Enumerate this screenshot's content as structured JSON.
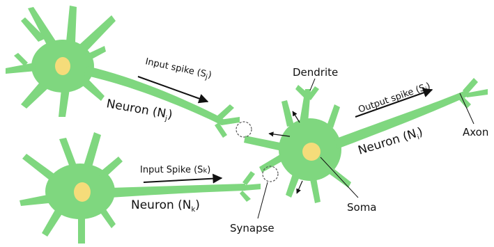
{
  "colors": {
    "neuron_body": "#7fd77f",
    "nucleus": "#f5dc7a",
    "arrow": "#111111",
    "leader_line": "#111111",
    "synapse_marker": "#555555"
  },
  "neurons": {
    "nj": {
      "name": "Neuron (N",
      "sub": "j",
      "close": ")"
    },
    "nk": {
      "name": "Neuron (N",
      "sub": "k",
      "close": ")"
    },
    "ni": {
      "name": "Neuron (N",
      "sub": "i",
      "close": ")"
    }
  },
  "spikes": {
    "input_j": {
      "text": "Input spike (S",
      "sub": "j",
      "close": ")"
    },
    "input_k": {
      "text": "Input Spike (S",
      "sub": "k",
      "close": ")"
    },
    "output_i": {
      "text": "Output spike (S",
      "sub": "i",
      "close": ")"
    }
  },
  "parts": {
    "dendrite": "Dendrite",
    "axon": "Axon",
    "soma": "Soma",
    "synapse": "Synapse"
  }
}
